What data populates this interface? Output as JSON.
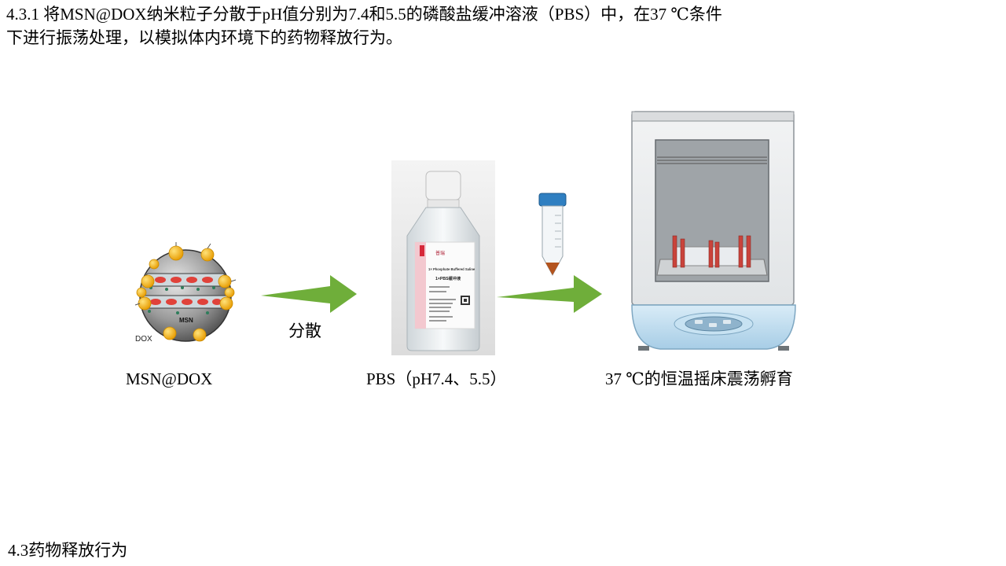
{
  "caption": {
    "line1": "4.3.1  将MSN@DOX纳米粒子分散于pH值分别为7.4和5.5的磷酸盐缓冲溶液（PBS）中，在37  ℃条件",
    "line2": "下进行振荡处理，以模拟体内环境下的药物释放行为。"
  },
  "steps": {
    "msn_label": "MSN@DOX",
    "arrow_label": "分散",
    "pbs_label": "PBS（pH7.4、5.5）",
    "incubator_label": "37 ℃的恒温摇床震荡孵育"
  },
  "particle": {
    "core_text": "MSN",
    "drug_text": "DOX"
  },
  "bottle": {
    "line1": "1× Phosphate Buffered Saline",
    "line2": "1×PBS缓冲液",
    "brand": "普瑞"
  },
  "footer": "4.3药物释放行为",
  "colors": {
    "arrow": "#6fae3a",
    "drug": "#e0423a",
    "gold": "#f5b21a"
  }
}
